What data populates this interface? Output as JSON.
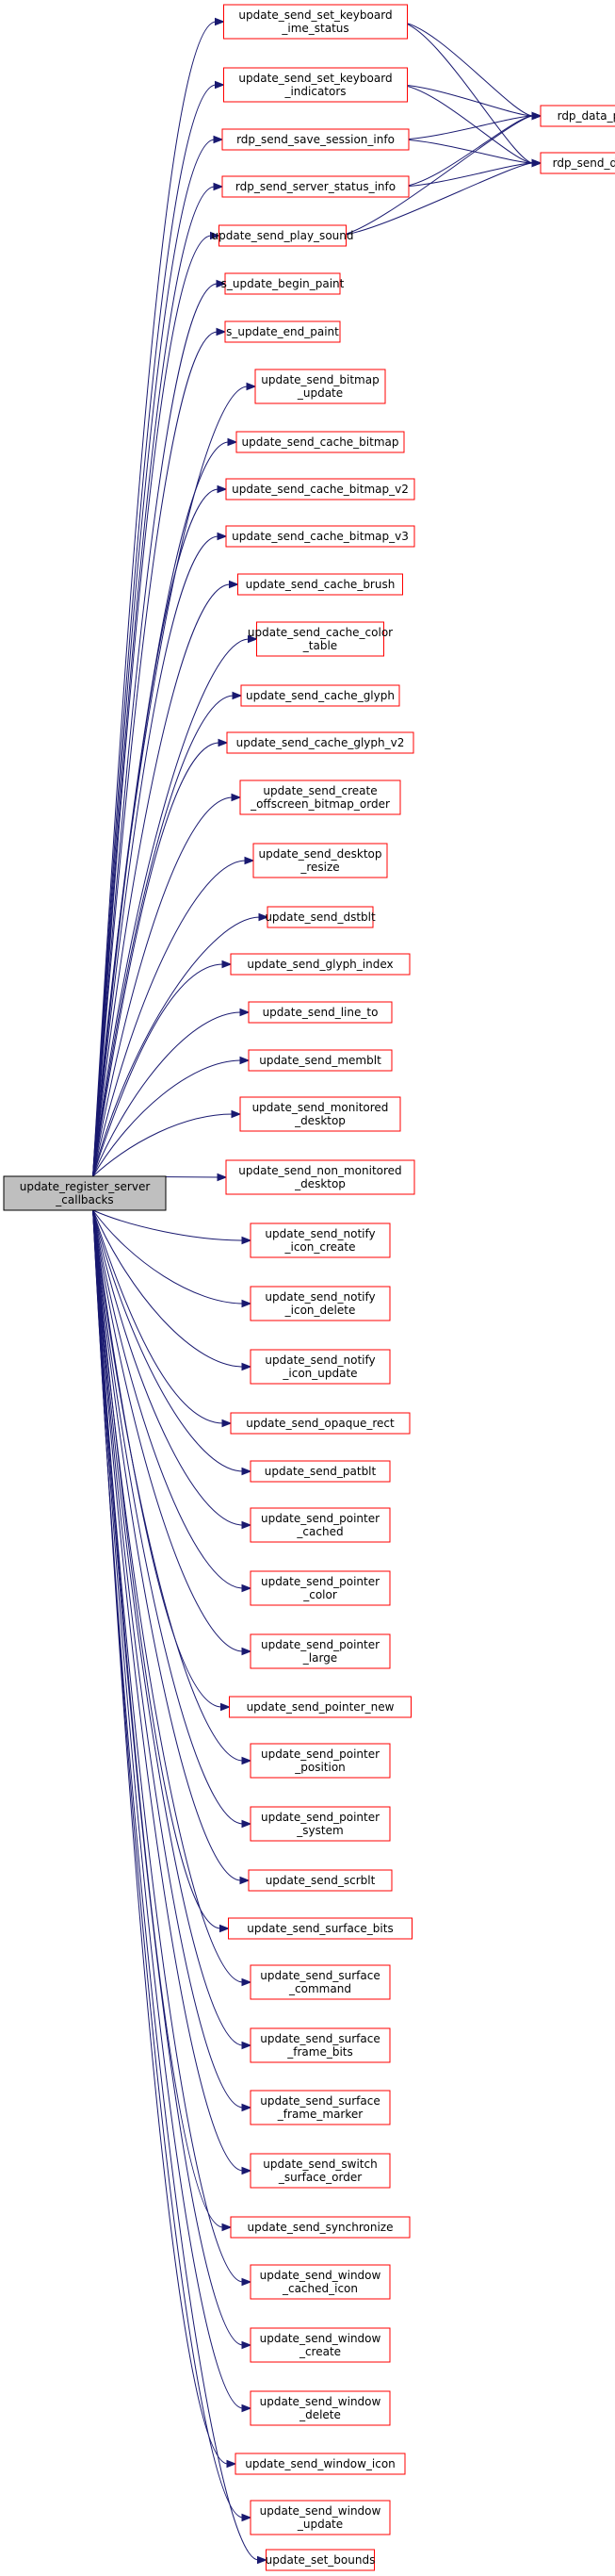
{
  "root": {
    "lines": [
      "update_register_server",
      "_callbacks"
    ]
  },
  "callees": [
    {
      "id": "kbd_ime",
      "lines": [
        "update_send_set_keyboard",
        "_ime_status"
      ]
    },
    {
      "id": "kbd_ind",
      "lines": [
        "update_send_set_keyboard",
        "_indicators"
      ]
    },
    {
      "id": "save_session",
      "lines": [
        "rdp_send_save_session_info"
      ]
    },
    {
      "id": "server_status",
      "lines": [
        "rdp_send_server_status_info"
      ]
    },
    {
      "id": "play_sound",
      "lines": [
        "update_send_play_sound"
      ]
    },
    {
      "id": "begin_paint",
      "lines": [
        "s_update_begin_paint"
      ]
    },
    {
      "id": "end_paint",
      "lines": [
        "s_update_end_paint"
      ]
    },
    {
      "id": "bitmap_update",
      "lines": [
        "update_send_bitmap",
        "_update"
      ]
    },
    {
      "id": "cache_bitmap",
      "lines": [
        "update_send_cache_bitmap"
      ]
    },
    {
      "id": "cache_bitmap_v2",
      "lines": [
        "update_send_cache_bitmap_v2"
      ]
    },
    {
      "id": "cache_bitmap_v3",
      "lines": [
        "update_send_cache_bitmap_v3"
      ]
    },
    {
      "id": "cache_brush",
      "lines": [
        "update_send_cache_brush"
      ]
    },
    {
      "id": "cache_color",
      "lines": [
        "update_send_cache_color",
        "_table"
      ]
    },
    {
      "id": "cache_glyph",
      "lines": [
        "update_send_cache_glyph"
      ]
    },
    {
      "id": "cache_glyph_v2",
      "lines": [
        "update_send_cache_glyph_v2"
      ]
    },
    {
      "id": "create_offscreen",
      "lines": [
        "update_send_create",
        "_offscreen_bitmap_order"
      ]
    },
    {
      "id": "desktop_resize",
      "lines": [
        "update_send_desktop",
        "_resize"
      ]
    },
    {
      "id": "dstblt",
      "lines": [
        "update_send_dstblt"
      ]
    },
    {
      "id": "glyph_index",
      "lines": [
        "update_send_glyph_index"
      ]
    },
    {
      "id": "line_to",
      "lines": [
        "update_send_line_to"
      ]
    },
    {
      "id": "memblt",
      "lines": [
        "update_send_memblt"
      ]
    },
    {
      "id": "monitored",
      "lines": [
        "update_send_monitored",
        "_desktop"
      ]
    },
    {
      "id": "non_monitored",
      "lines": [
        "update_send_non_monitored",
        "_desktop"
      ]
    },
    {
      "id": "notify_create",
      "lines": [
        "update_send_notify",
        "_icon_create"
      ]
    },
    {
      "id": "notify_delete",
      "lines": [
        "update_send_notify",
        "_icon_delete"
      ]
    },
    {
      "id": "notify_update",
      "lines": [
        "update_send_notify",
        "_icon_update"
      ]
    },
    {
      "id": "opaque_rect",
      "lines": [
        "update_send_opaque_rect"
      ]
    },
    {
      "id": "patblt",
      "lines": [
        "update_send_patblt"
      ]
    },
    {
      "id": "pointer_cached",
      "lines": [
        "update_send_pointer",
        "_cached"
      ]
    },
    {
      "id": "pointer_color",
      "lines": [
        "update_send_pointer",
        "_color"
      ]
    },
    {
      "id": "pointer_large",
      "lines": [
        "update_send_pointer",
        "_large"
      ]
    },
    {
      "id": "pointer_new",
      "lines": [
        "update_send_pointer_new"
      ]
    },
    {
      "id": "pointer_position",
      "lines": [
        "update_send_pointer",
        "_position"
      ]
    },
    {
      "id": "pointer_system",
      "lines": [
        "update_send_pointer",
        "_system"
      ]
    },
    {
      "id": "scrblt",
      "lines": [
        "update_send_scrblt"
      ]
    },
    {
      "id": "surface_bits",
      "lines": [
        "update_send_surface_bits"
      ]
    },
    {
      "id": "surface_command",
      "lines": [
        "update_send_surface",
        "_command"
      ]
    },
    {
      "id": "surface_frame_bits",
      "lines": [
        "update_send_surface",
        "_frame_bits"
      ]
    },
    {
      "id": "surface_frame_marker",
      "lines": [
        "update_send_surface",
        "_frame_marker"
      ]
    },
    {
      "id": "switch_surface",
      "lines": [
        "update_send_switch",
        "_surface_order"
      ]
    },
    {
      "id": "synchronize",
      "lines": [
        "update_send_synchronize"
      ]
    },
    {
      "id": "window_cached_icon",
      "lines": [
        "update_send_window",
        "_cached_icon"
      ]
    },
    {
      "id": "window_create",
      "lines": [
        "update_send_window",
        "_create"
      ]
    },
    {
      "id": "window_delete",
      "lines": [
        "update_send_window",
        "_delete"
      ]
    },
    {
      "id": "window_icon",
      "lines": [
        "update_send_window_icon"
      ]
    },
    {
      "id": "window_update",
      "lines": [
        "update_send_window",
        "_update"
      ]
    },
    {
      "id": "set_bounds",
      "lines": [
        "update_set_bounds"
      ]
    }
  ],
  "targets": [
    {
      "id": "pdu_init",
      "lines": [
        "rdp_data_pdu_init"
      ]
    },
    {
      "id": "send_pdu",
      "lines": [
        "rdp_send_data_pdu"
      ]
    }
  ],
  "second_level_edges": [
    [
      "kbd_ime",
      "pdu_init"
    ],
    [
      "kbd_ime",
      "send_pdu"
    ],
    [
      "kbd_ind",
      "pdu_init"
    ],
    [
      "kbd_ind",
      "send_pdu"
    ],
    [
      "save_session",
      "pdu_init"
    ],
    [
      "save_session",
      "send_pdu"
    ],
    [
      "server_status",
      "pdu_init"
    ],
    [
      "server_status",
      "send_pdu"
    ],
    [
      "play_sound",
      "pdu_init"
    ],
    [
      "play_sound",
      "send_pdu"
    ]
  ]
}
